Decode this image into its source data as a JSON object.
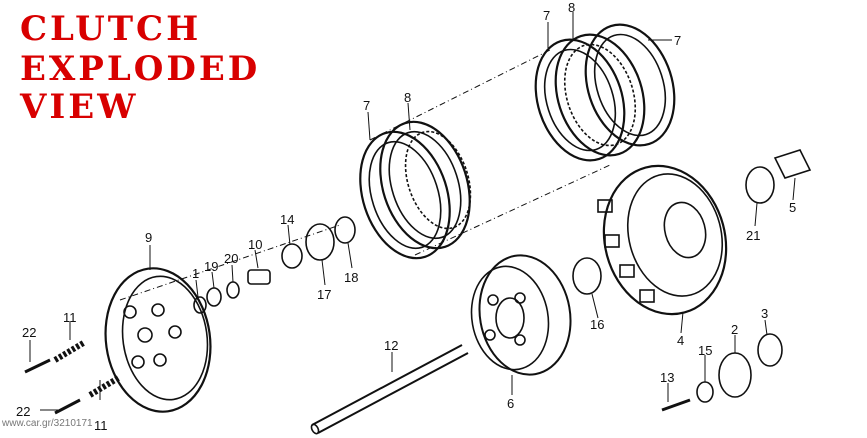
{
  "title": {
    "line1": "CLUTCH",
    "line2": "EXPLODED",
    "line3": "VIEW"
  },
  "labels": {
    "p1": "1",
    "p2": "2",
    "p3": "3",
    "p4": "4",
    "p5": "5",
    "p6": "6",
    "p7a": "7",
    "p7b": "7",
    "p7c": "7",
    "p8a": "8",
    "p8b": "8",
    "p9": "9",
    "p10": "10",
    "p11a": "11",
    "p11b": "11",
    "p12": "12",
    "p13": "13",
    "p14": "14",
    "p15": "15",
    "p16": "16",
    "p17": "17",
    "p18": "18",
    "p19": "19",
    "p20": "20",
    "p21": "21",
    "p22a": "22",
    "p22b": "22"
  },
  "watermark": "www.car.gr/3210171"
}
